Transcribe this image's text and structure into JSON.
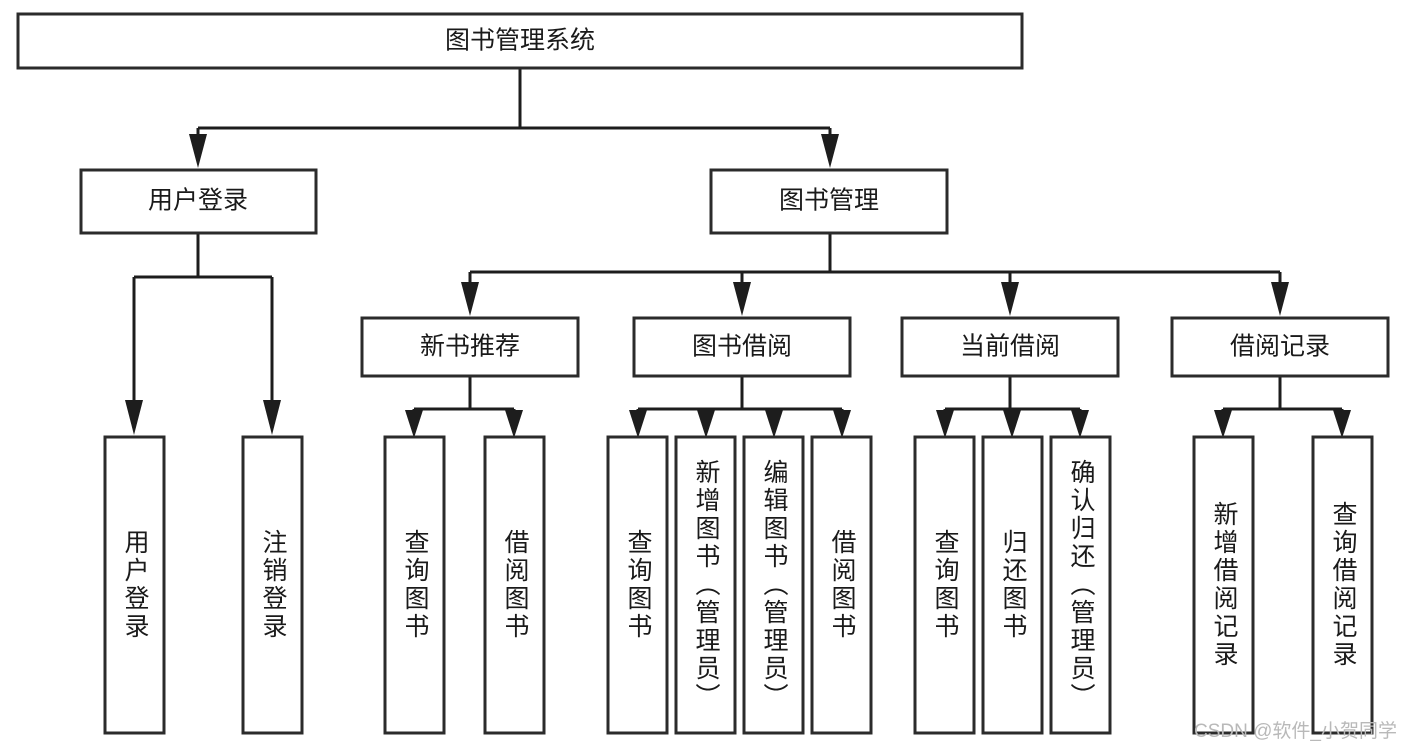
{
  "diagram": {
    "type": "tree-hierarchy",
    "title": "图书管理系统",
    "watermark": "CSDN @软件_小贺同学",
    "colors": {
      "box_stroke": "#2b2b2b",
      "box_fill": "#ffffff",
      "connector": "#1d1d1d",
      "text": "#1a1a1a",
      "watermark": "#b9b9b9",
      "background": "#ffffff"
    },
    "root": {
      "label": "图书管理系统"
    },
    "level2": [
      {
        "label": "用户登录"
      },
      {
        "label": "图书管理"
      }
    ],
    "level3": [
      {
        "label": "新书推荐"
      },
      {
        "label": "图书借阅"
      },
      {
        "label": "当前借阅"
      },
      {
        "label": "借阅记录"
      }
    ],
    "leaves": {
      "user_login": [
        {
          "label": "用户登录"
        },
        {
          "label": "注销登录"
        }
      ],
      "new_book_recommend": [
        {
          "label": "查询图书"
        },
        {
          "label": "借阅图书"
        }
      ],
      "book_borrow": [
        {
          "label": "查询图书"
        },
        {
          "label": "新增图书（管理员）"
        },
        {
          "label": "编辑图书（管理员）"
        },
        {
          "label": "借阅图书"
        }
      ],
      "current_borrow": [
        {
          "label": "查询图书"
        },
        {
          "label": "归还图书"
        },
        {
          "label": "确认归还（管理员）"
        }
      ],
      "borrow_record": [
        {
          "label": "新增借阅记录"
        },
        {
          "label": "查询借阅记录"
        }
      ]
    }
  }
}
